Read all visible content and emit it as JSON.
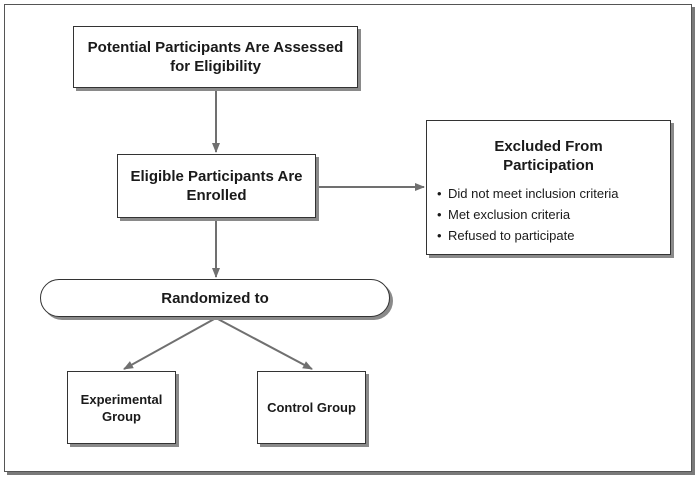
{
  "boxes": {
    "assess": {
      "line1": "Potential Participants Are Assessed",
      "line2": "for Eligibility"
    },
    "enrolled": {
      "line1": "Eligible Participants Are",
      "line2": "Enrolled"
    },
    "excluded": {
      "title_line1": "Excluded From",
      "title_line2": "Participation",
      "items": [
        "Did not meet inclusion criteria",
        "Met exclusion criteria",
        "Refused to participate"
      ]
    },
    "randomized": {
      "label": "Randomized to"
    },
    "experimental": {
      "line1": "Experimental",
      "line2": "Group"
    },
    "control": {
      "label": "Control Group"
    }
  },
  "colors": {
    "arrow": "#707070",
    "border": "#333333",
    "shadow": "#8a8a8a"
  }
}
